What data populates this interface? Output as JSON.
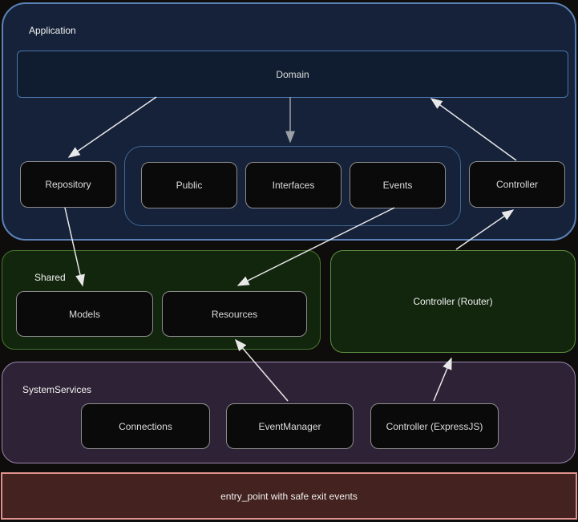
{
  "application": {
    "label": "Application",
    "nodes": {
      "domain": "Domain",
      "repository": "Repository",
      "public": "Public",
      "interfaces": "Interfaces",
      "events": "Events",
      "controller": "Controller"
    }
  },
  "shared": {
    "label": "Shared",
    "nodes": {
      "models": "Models",
      "resources": "Resources"
    }
  },
  "controller_router": {
    "label": "Controller (Router)"
  },
  "system_services": {
    "label": "SystemServices",
    "nodes": {
      "connections": "Connections",
      "event_manager": "EventManager",
      "controller_expressjs": "Controller (ExpressJS)"
    }
  },
  "entry_bar": {
    "label": "entry_point with safe exit events"
  },
  "edges": [
    {
      "from": "domain",
      "to": "repository"
    },
    {
      "from": "domain",
      "to": "application-inner-group"
    },
    {
      "from": "controller",
      "to": "domain"
    },
    {
      "from": "repository",
      "to": "models"
    },
    {
      "from": "events",
      "to": "resources"
    },
    {
      "from": "controller_router",
      "to": "controller"
    },
    {
      "from": "event_manager",
      "to": "resources"
    },
    {
      "from": "controller_expressjs",
      "to": "controller_router"
    }
  ],
  "colors": {
    "background": "#0e0d0c",
    "application_fill": "#15223a",
    "application_border": "#5b82b8",
    "node_fill": "#0a0a0a",
    "node_border": "#8c8c8c",
    "shared_fill": "#12260d",
    "shared_border": "#46782d",
    "router_border": "#5d9141",
    "system_fill": "#2e2336",
    "system_border": "#9e86b0",
    "entry_fill": "#43221f",
    "entry_border": "#e0928e",
    "arrow_white": "#e8e8e8",
    "arrow_gray": "#9aa0a6",
    "text": "#e8e8e8"
  }
}
